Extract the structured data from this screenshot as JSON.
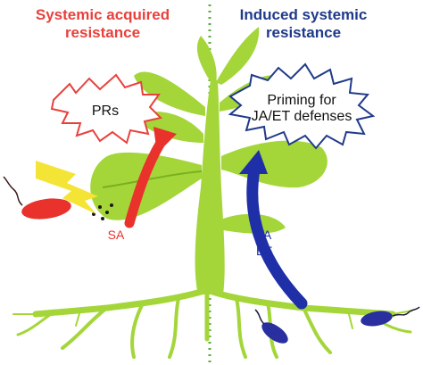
{
  "header": {
    "left_line1": "Systemic acquired",
    "left_line2": "resistance",
    "right_line1": "Induced systemic",
    "right_line2": "resistance"
  },
  "bursts": {
    "left": "PRs",
    "right_line1": "Priming for",
    "right_line2": "JA/ET defenses"
  },
  "labels": {
    "sa": "SA",
    "ja": "JA",
    "et": "ET"
  },
  "colors": {
    "left_header": "#e8413c",
    "right_header": "#1f3a8a",
    "plant": "#a4d63a",
    "plant_dark": "#78b020",
    "sa_arrow": "#e8322b",
    "jaet_arrow": "#1f2fa8",
    "divider": "#5fae3a",
    "pathogen": "#e8322b",
    "rhizobacteria": "#2a2fa0",
    "lightning": "#f4e436",
    "left_burst_border": "#e8413c",
    "right_burst_border": "#1f3a8a"
  }
}
